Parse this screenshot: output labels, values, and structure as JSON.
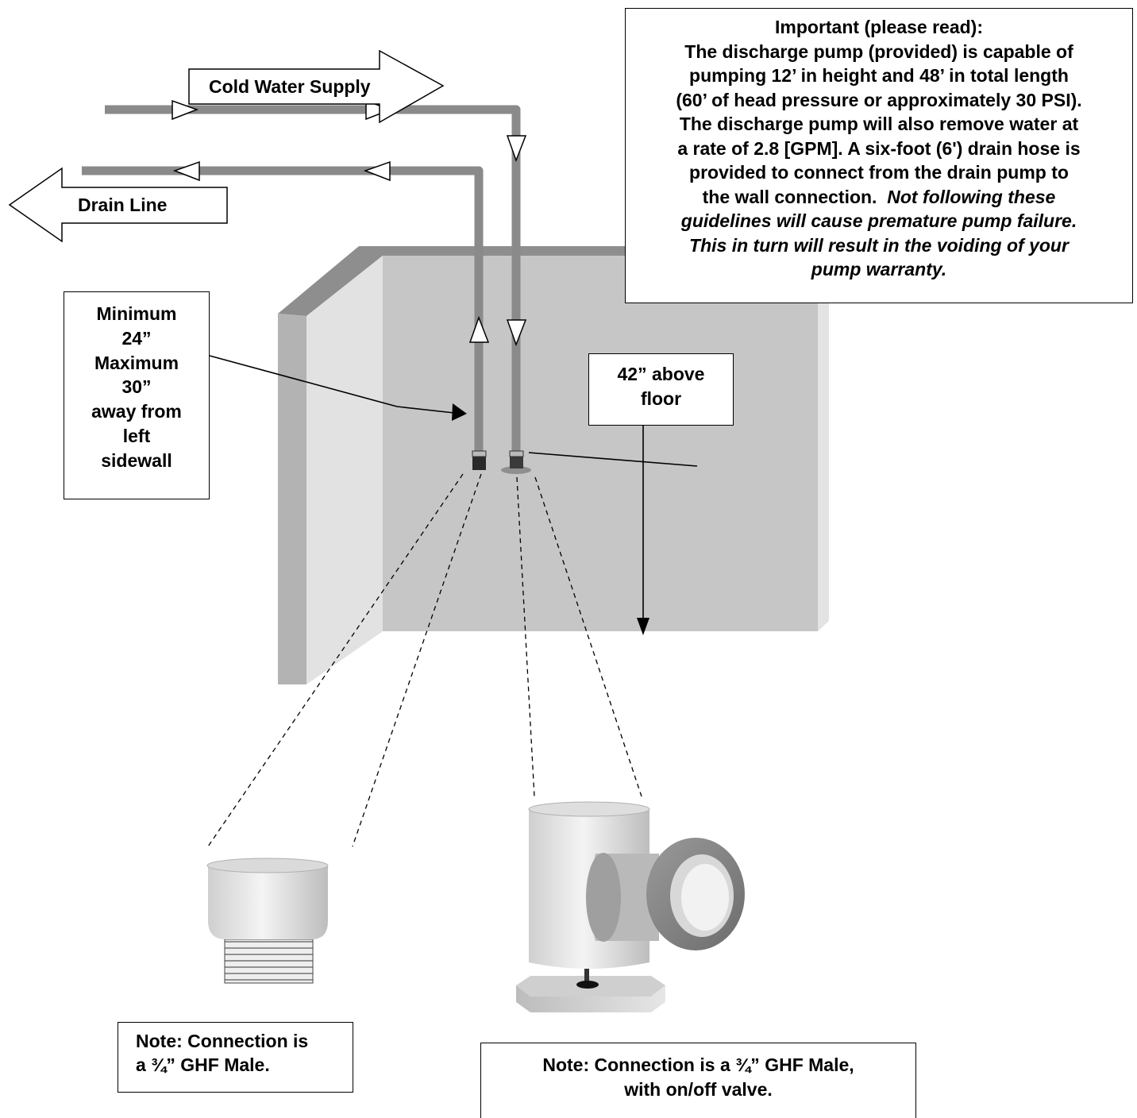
{
  "labels": {
    "cold_water_supply": "Cold Water Supply",
    "drain_line": "Drain Line"
  },
  "important_note": {
    "lines": [
      {
        "text": "Important (please read):",
        "italic": false
      },
      {
        "text": "The discharge pump (provided) is capable of",
        "italic": false
      },
      {
        "text": "pumping 12’ in height and 48’ in total length",
        "italic": false
      },
      {
        "text": "(60’ of head pressure or approximately 30 PSI).",
        "italic": false
      },
      {
        "text": "The discharge pump will also remove water at",
        "italic": false
      },
      {
        "text": "a rate of 2.8 [GPM].  A six-foot (6') drain hose is",
        "italic": false
      },
      {
        "text": "provided to connect from the drain pump to",
        "italic": false
      },
      {
        "text": "the wall connection.  ",
        "italic": false,
        "tail": "Not following these"
      },
      {
        "text": "guidelines will cause premature pump failure.",
        "italic": true
      },
      {
        "text": "This in turn will result in the voiding of your",
        "italic": true
      },
      {
        "text": "pump warranty.",
        "italic": true
      }
    ]
  },
  "sidewall_note": {
    "lines": [
      "Minimum",
      "24”",
      "Maximum",
      "30”",
      "away from",
      "left",
      "sidewall"
    ]
  },
  "height_note": {
    "lines": [
      "42” above",
      "floor"
    ]
  },
  "note_left": {
    "lines": [
      "Note: Connection is",
      "a ¾” GHF Male."
    ]
  },
  "note_right": {
    "lines": [
      "Note: Connection is a ¾” GHF Male,",
      "with on/off valve."
    ]
  },
  "colors": {
    "pipe": "#8a8a8a",
    "wall_back": "#c6c6c6",
    "wall_side": "#dedede",
    "wall_edge": "#9e9e9e"
  }
}
